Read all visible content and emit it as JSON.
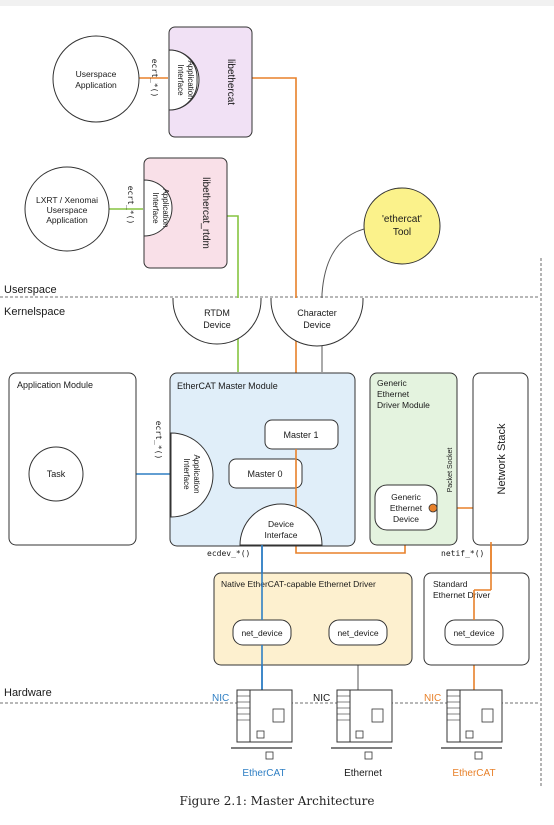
{
  "figure": {
    "caption": "Figure 2.1: Master Architecture"
  },
  "zones": {
    "userspace": "Userspace",
    "kernelspace": "Kernelspace",
    "hardware": "Hardware"
  },
  "userspace": {
    "userspace_app": [
      "Userspace",
      "Application"
    ],
    "lxrt_app": [
      "LXRT / Xenomai",
      "Userspace",
      "Application"
    ],
    "libethercat": "libethercat",
    "libethercat_rtdm": "libethercat_rtdm",
    "app_interface": [
      "Application",
      "Interface"
    ],
    "ecrt_label": "ecrt_*()",
    "tool": [
      "'ethercat'",
      "Tool"
    ]
  },
  "kernelspace": {
    "rtdm_device": [
      "RTDM",
      "Device"
    ],
    "character_device": [
      "Character",
      "Device"
    ],
    "application_module": "Application Module",
    "task": "Task",
    "ecrt_label": "ecrt_*()",
    "master_module": "EtherCAT Master Module",
    "app_interface": [
      "Application",
      "Interface"
    ],
    "master0": "Master 0",
    "master1": "Master 1",
    "device_interface": [
      "Device",
      "Interface"
    ],
    "generic_module": [
      "Generic",
      "Ethernet",
      "Driver Module"
    ],
    "generic_device": [
      "Generic",
      "Ethernet",
      "Device"
    ],
    "packet_socket": "Packet Socket",
    "network_stack": "Network Stack",
    "ecdev_label": "ecdev_*()",
    "netif_label": "netif_*()",
    "native_driver": "Native EtherCAT-capable Ethernet Driver",
    "standard_driver": [
      "Standard",
      "Ethernet Driver"
    ],
    "net_device": "net_device"
  },
  "hardware": {
    "nic_label": "NIC",
    "nics": [
      {
        "top": "NIC",
        "bottom": "EtherCAT",
        "color": "#2f7fc4"
      },
      {
        "top": "NIC",
        "bottom": "Ethernet",
        "color": "#1a1a1a"
      },
      {
        "top": "NIC",
        "bottom": "EtherCAT",
        "color": "#e8812a"
      }
    ]
  },
  "colors": {
    "orange_line": "#e8812a",
    "green_line": "#86c440",
    "blue_line": "#2f7fc4",
    "libethercat_fill": "#f1e1f5",
    "libethercat_rtdm_fill": "#f9e0e8",
    "tool_fill": "#fbf28b",
    "master_module_fill": "#e0eef9",
    "generic_module_fill": "#e4f3df",
    "native_driver_fill": "#fdf0cf"
  }
}
